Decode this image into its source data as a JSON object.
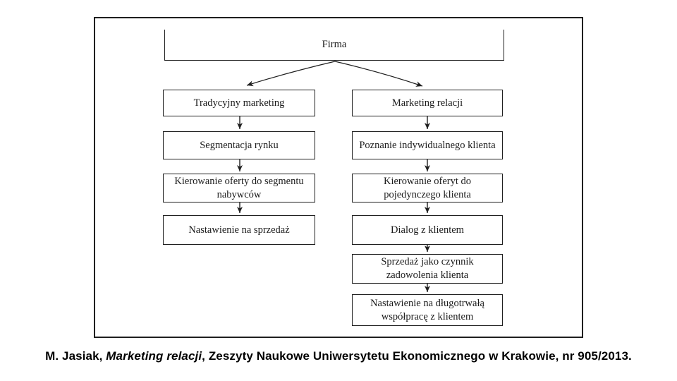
{
  "diagram": {
    "root_label": "Firma",
    "left_branch": [
      "Tradycyjny marketing",
      "Segmentacja rynku",
      "Kierowanie oferty do segmentu nabywców",
      "Nastawienie na sprzedaż"
    ],
    "right_branch": [
      "Marketing relacji",
      "Poznanie indywidualnego klienta",
      "Kierowanie oferyt do pojedynczego klienta",
      "Dialog z klientem",
      "Sprzedaż jako czynnik zadowolenia klienta",
      "Nastawienie na długotrwałą współpracę z klientem"
    ],
    "colors": {
      "line": "#1f1f1f",
      "text": "#1b1b1b",
      "background": "#ffffff"
    }
  },
  "citation": {
    "prefix": "M. Jasiak, ",
    "work_title": "Marketing relacji",
    "suffix": ", Zeszyty Naukowe Uniwersytetu Ekonomicznego w Krakowie, nr 905/2013."
  }
}
